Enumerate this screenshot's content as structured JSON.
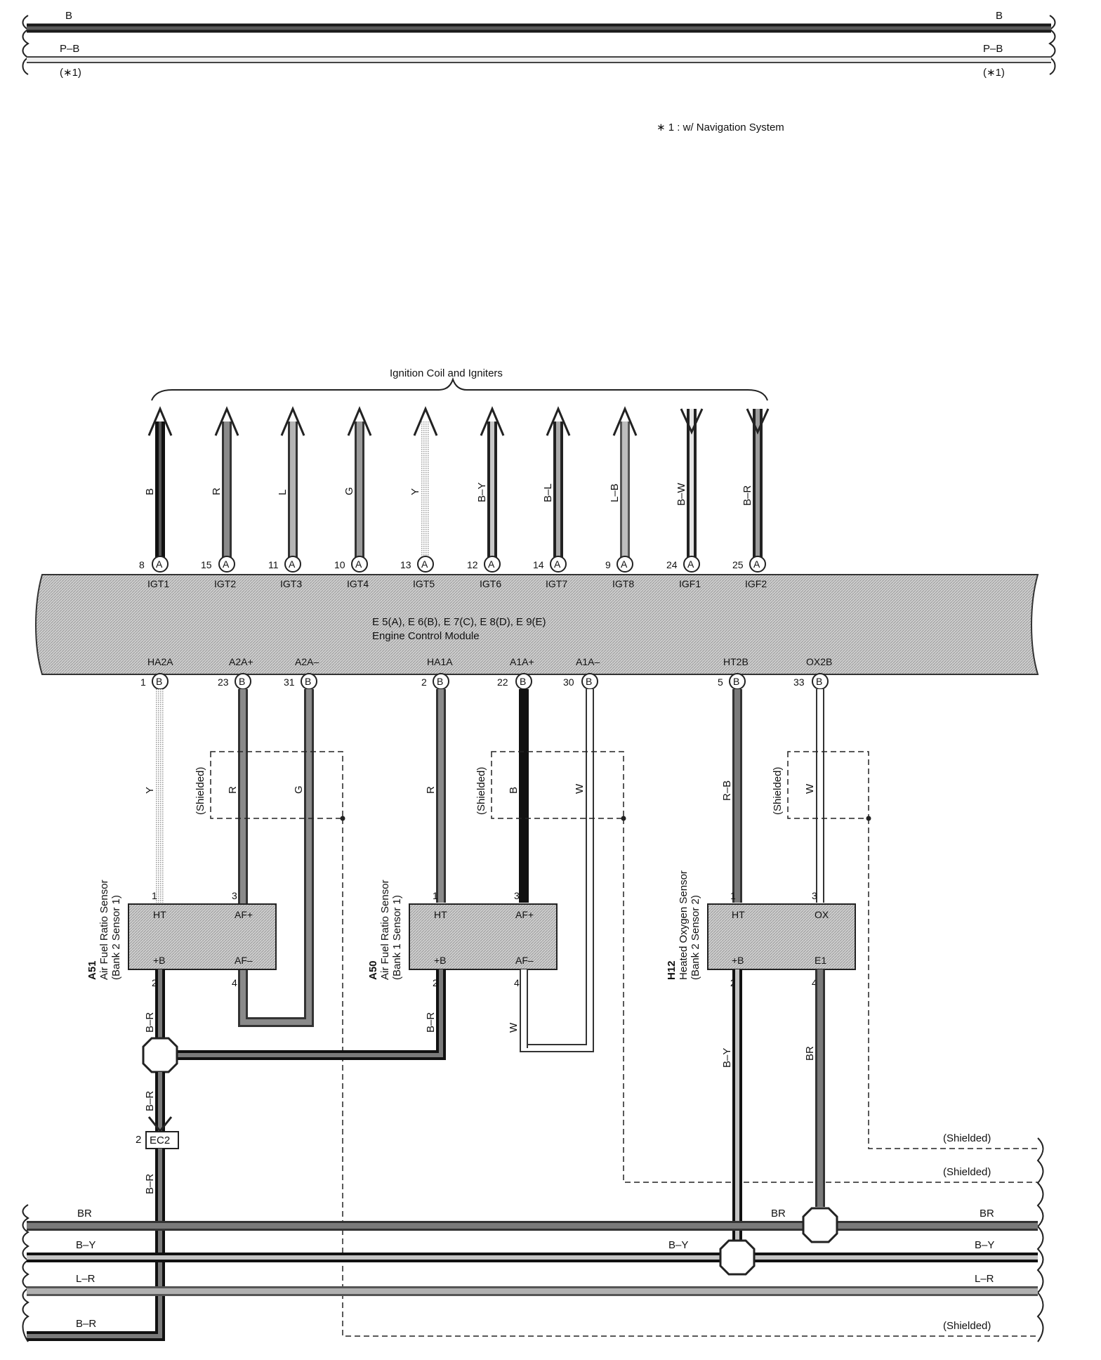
{
  "top_bus": {
    "line1_label": "B",
    "line2_label": "P–B",
    "line2_note": "(∗1)"
  },
  "footnote": "∗ 1 : w/ Navigation System",
  "ignition_group_label": "Ignition Coil and Igniters",
  "ecm": {
    "connectors_line": "E 5(A), E 6(B), E 7(C), E 8(D), E 9(E)",
    "name": "Engine Control Module",
    "top_pins": [
      {
        "num": "8",
        "conn": "A",
        "terminal": "IGT1",
        "wire": "B",
        "dir": "out"
      },
      {
        "num": "15",
        "conn": "A",
        "terminal": "IGT2",
        "wire": "R",
        "dir": "out"
      },
      {
        "num": "11",
        "conn": "A",
        "terminal": "IGT3",
        "wire": "L",
        "dir": "out"
      },
      {
        "num": "10",
        "conn": "A",
        "terminal": "IGT4",
        "wire": "G",
        "dir": "out"
      },
      {
        "num": "13",
        "conn": "A",
        "terminal": "IGT5",
        "wire": "Y",
        "dir": "out"
      },
      {
        "num": "12",
        "conn": "A",
        "terminal": "IGT6",
        "wire": "B–Y",
        "dir": "out"
      },
      {
        "num": "14",
        "conn": "A",
        "terminal": "IGT7",
        "wire": "B–L",
        "dir": "out"
      },
      {
        "num": "9",
        "conn": "A",
        "terminal": "IGT8",
        "wire": "L–B",
        "dir": "out"
      },
      {
        "num": "24",
        "conn": "A",
        "terminal": "IGF1",
        "wire": "B–W",
        "dir": "in"
      },
      {
        "num": "25",
        "conn": "A",
        "terminal": "IGF2",
        "wire": "B–R",
        "dir": "in"
      }
    ],
    "bottom_pins": [
      {
        "num": "1",
        "conn": "B",
        "terminal": "HA2A"
      },
      {
        "num": "23",
        "conn": "B",
        "terminal": "A2A+"
      },
      {
        "num": "31",
        "conn": "B",
        "terminal": "A2A–"
      },
      {
        "num": "2",
        "conn": "B",
        "terminal": "HA1A"
      },
      {
        "num": "22",
        "conn": "B",
        "terminal": "A1A+"
      },
      {
        "num": "30",
        "conn": "B",
        "terminal": "A1A–"
      },
      {
        "num": "5",
        "conn": "B",
        "terminal": "HT2B"
      },
      {
        "num": "33",
        "conn": "B",
        "terminal": "OX2B"
      }
    ]
  },
  "sensor_wires": {
    "y": "Y",
    "r1": "R",
    "g": "G",
    "r2": "R",
    "b": "B",
    "w1": "W",
    "rb": "R–B",
    "w2": "W",
    "shielded": "(Shielded)"
  },
  "sensors": [
    {
      "id": "A51",
      "name": "Air Fuel Ratio Sensor",
      "sub": "(Bank 2 Sensor 1)",
      "pin_tl": "1",
      "pin_tr": "3",
      "pin_bl": "2",
      "pin_br": "4",
      "t_tl": "HT",
      "t_tr": "AF+",
      "t_bl": "+B",
      "t_br": "AF–"
    },
    {
      "id": "A50",
      "name": "Air Fuel Ratio Sensor",
      "sub": "(Bank 1 Sensor 1)",
      "pin_tl": "1",
      "pin_tr": "3",
      "pin_bl": "2",
      "pin_br": "4",
      "t_tl": "HT",
      "t_tr": "AF+",
      "t_bl": "+B",
      "t_br": "AF–"
    },
    {
      "id": "H12",
      "name": "Heated Oxygen Sensor",
      "sub": "(Bank 2 Sensor 2)",
      "pin_tl": "1",
      "pin_tr": "3",
      "pin_bl": "2",
      "pin_br": "4",
      "t_tl": "HT",
      "t_tr": "OX",
      "t_bl": "+B",
      "t_br": "E1"
    }
  ],
  "lower_wires": {
    "br_a51": "B–R",
    "br_a50": "B–R",
    "w_a50": "W",
    "by_h12": "B–Y",
    "br_h12": "BR",
    "br_below": "B–R",
    "ec2_pin": "2",
    "ec2_name": "EC2",
    "br_ec2": "B–R"
  },
  "bottom_bus": {
    "br_left": "BR",
    "br_mid": "BR",
    "br_right": "BR",
    "by_left": "B–Y",
    "by_mid": "B–Y",
    "by_right": "B–Y",
    "lr_left": "L–R",
    "lr_right": "L–R",
    "bR_left": "B–R",
    "shielded_1": "(Shielded)",
    "shielded_2": "(Shielded)",
    "shielded_3": "(Shielded)"
  }
}
